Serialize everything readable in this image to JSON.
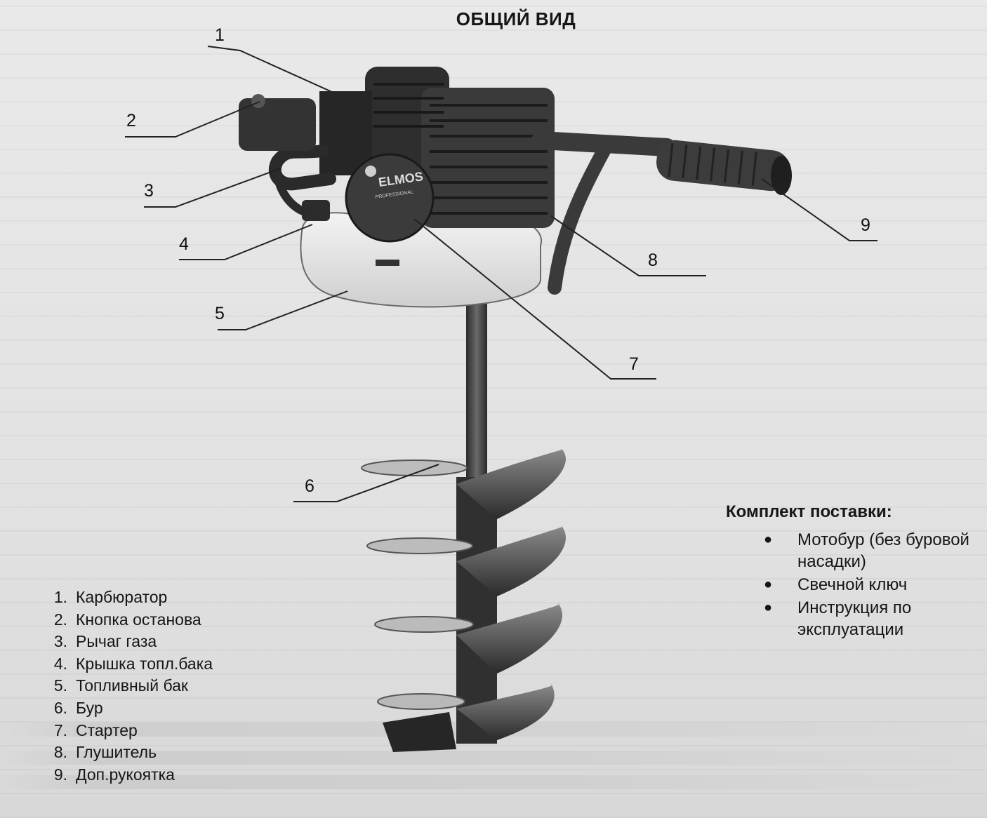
{
  "page": {
    "title": "ОБЩИЙ ВИД"
  },
  "drawing": {
    "brand_logo": "ELMOS",
    "brand_sub": "PROFESSIONAL"
  },
  "callouts": [
    "1",
    "2",
    "3",
    "4",
    "5",
    "6",
    "7",
    "8",
    "9"
  ],
  "legend": [
    {
      "num": "1.",
      "text": "Карбюратор"
    },
    {
      "num": "2.",
      "text": "Кнопка останова"
    },
    {
      "num": "3.",
      "text": "Рычаг газа"
    },
    {
      "num": "4.",
      "text": "Крышка топл.бака"
    },
    {
      "num": "5.",
      "text": "Топливный бак"
    },
    {
      "num": "6.",
      "text": "Бур"
    },
    {
      "num": "7.",
      "text": "Стартер"
    },
    {
      "num": "8.",
      "text": "Глушитель"
    },
    {
      "num": "9.",
      "text": "Доп.рукоятка"
    }
  ],
  "kit": {
    "title": "Комплект поставки:",
    "items": [
      "Мотобур (без буровой насадки)",
      "Свечной ключ",
      "Инструкция по эксплуатации"
    ]
  }
}
